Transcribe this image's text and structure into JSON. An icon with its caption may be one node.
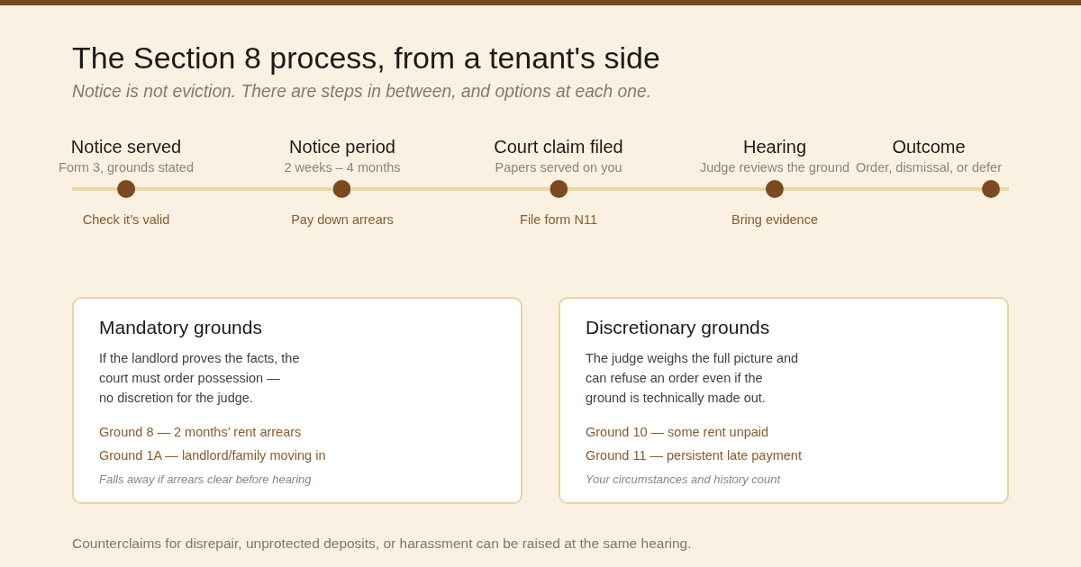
{
  "diagram": {
    "title": "The Section 8 process, from a tenant's side",
    "caption": "Counterclaims for disrepair, unprotected deposits, or harassment can be raised at the same hearing.",
    "labels": [
      "Notice is not eviction. There are steps in between, and options at each one."
    ],
    "nodes": [
      {
        "text": [
          "Notice served",
          "Form 3, grounds stated"
        ],
        "beside": [
          "Check it’s valid"
        ]
      },
      {
        "text": [
          "Notice period",
          "2 weeks – 4 months"
        ],
        "beside": [
          "Pay down arrears"
        ]
      },
      {
        "text": [
          "Court claim filed",
          "Papers served on you"
        ],
        "beside": [
          "File form N11"
        ]
      },
      {
        "text": [
          "Hearing",
          "Judge reviews the ground"
        ],
        "beside": [
          "Bring evidence"
        ]
      },
      {
        "text": [
          "Outcome",
          "Order, dismissal, or defer"
        ]
      },
      {
        "text": [
          "Mandatory grounds",
          "If the landlord proves the facts, the court must order possession — no discretion for the judge.",
          "Ground 8 — 2 months’ rent arrears",
          "Ground 1A — landlord/family moving in",
          "Falls away if arrears clear before hearing"
        ]
      },
      {
        "text": [
          "Discretionary grounds",
          "The judge weighs the full picture and can refuse an order even if the ground is technically made out.",
          "Ground 10 — some rent unpaid",
          "Ground 11 — persistent late payment",
          "Your circumstances and history count"
        ]
      }
    ],
    "edges": [
      {
        "from": null,
        "to": 0,
        "arrow": "none"
      },
      {
        "from": 0,
        "to": 1,
        "arrow": "none"
      },
      {
        "from": 1,
        "to": 2,
        "arrow": "none"
      },
      {
        "from": 2,
        "to": 3,
        "arrow": "none"
      },
      {
        "from": 3,
        "to": 4,
        "arrow": "none"
      },
      {
        "from": 4,
        "to": null,
        "arrow": "none"
      }
    ]
  }
}
